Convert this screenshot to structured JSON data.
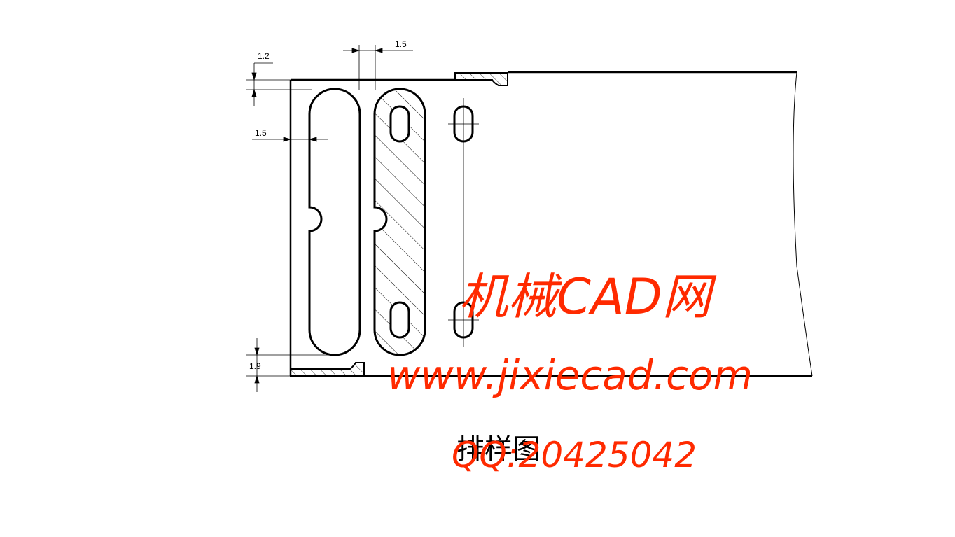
{
  "dimensions": {
    "top_gap": "1.2",
    "top_bridge": "1.5",
    "left_edge": "1.5",
    "bottom_gap": "1.9"
  },
  "caption": "排样图",
  "watermark": {
    "line1": "机械CAD网",
    "line2": "www.jixiecad.com",
    "line3": "QQ:20425042",
    "color": "#ff2a00"
  }
}
